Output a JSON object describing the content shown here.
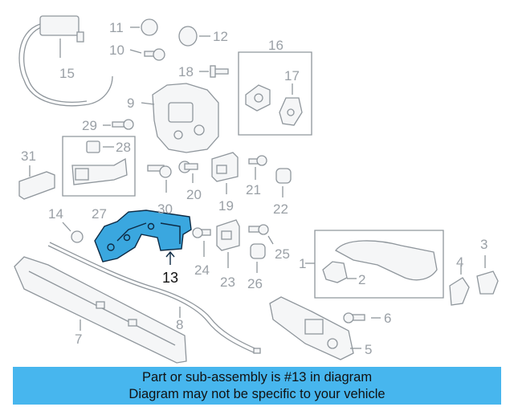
{
  "diagram": {
    "highlighted_part": "13",
    "labels": [
      "1",
      "2",
      "3",
      "4",
      "5",
      "6",
      "7",
      "8",
      "9",
      "10",
      "11",
      "12",
      "13",
      "14",
      "15",
      "16",
      "17",
      "18",
      "19",
      "20",
      "21",
      "22",
      "23",
      "24",
      "25",
      "26",
      "27",
      "28",
      "29",
      "30",
      "31"
    ]
  },
  "banner": {
    "line1": "Part or sub-assembly is #13 in diagram",
    "line2": "Diagram may not be specific to your vehicle"
  },
  "colors": {
    "highlight": "#3aa7df",
    "banner": "#47b6ee",
    "part_outline": "#8f969c",
    "label": "#9aa0a6"
  }
}
